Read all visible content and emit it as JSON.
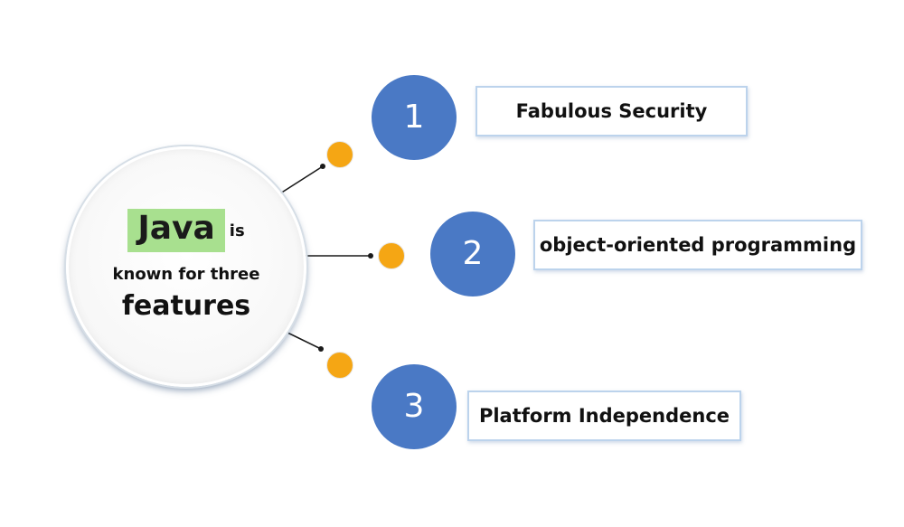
{
  "hub": {
    "highlight": "Java",
    "after_highlight": "is",
    "line2": "known for three",
    "line3": "features"
  },
  "features": [
    {
      "number": "1",
      "label": "Fabulous Security"
    },
    {
      "number": "2",
      "label": "object-oriented programming"
    },
    {
      "number": "3",
      "label": "Platform Independence"
    }
  ],
  "colors": {
    "number_circle": "#4a79c5",
    "connector_dot": "#f5a614",
    "java_highlight": "#a8e08f",
    "box_border": "#bcd3ec"
  }
}
